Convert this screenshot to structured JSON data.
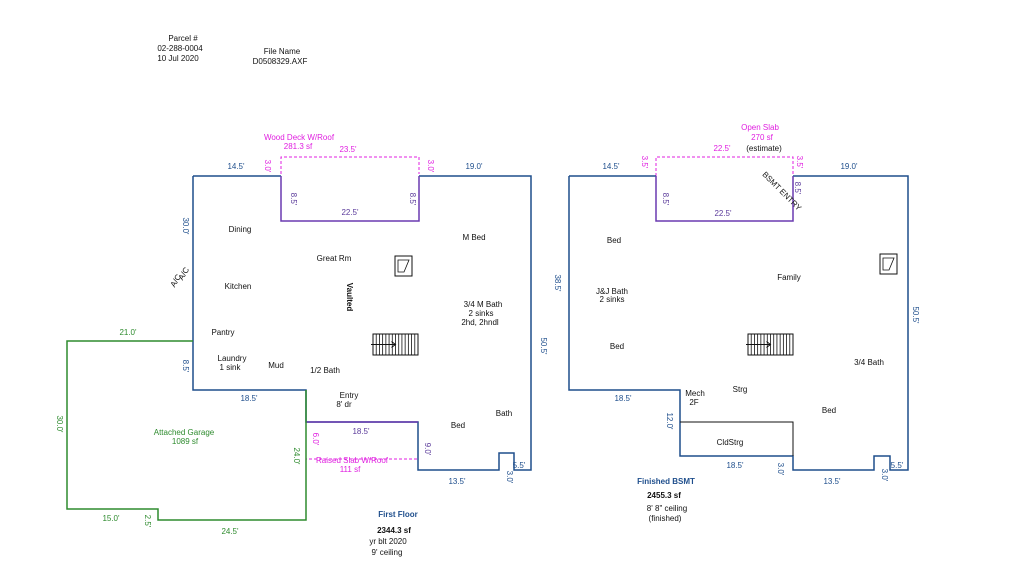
{
  "header": {
    "parcel_label": "Parcel #",
    "parcel_number": "02-288-0004",
    "date": "10 Jul 2020",
    "file_label": "File Name",
    "file_name": "D0508329.AXF"
  },
  "first_floor": {
    "title": "First Floor",
    "area": "2344.3 sf",
    "year": "yr blt 2020",
    "ceiling": "9' ceiling",
    "rooms": {
      "dining": "Dining",
      "kitchen": "Kitchen",
      "pantry": "Pantry",
      "laundry": "Laundry",
      "laundry_sub": "1 sink",
      "mud": "Mud",
      "half_bath": "1/2 Bath",
      "great_rm": "Great Rm",
      "vaulted": "Vaulted",
      "mbed": "M Bed",
      "mbath": "3/4 M Bath",
      "mbath_sub1": "2 sinks",
      "mbath_sub2": "2hd, 2hndl",
      "entry": "Entry",
      "entry_sub": "8' dr",
      "bed": "Bed",
      "bath": "Bath",
      "ac1": "A/C",
      "ac2": "A/C"
    },
    "dims": {
      "top_left": "14.5'",
      "top_right": "19.0'",
      "left_top": "30.0'",
      "left_bot": "8.5'",
      "notch_left": "8.5'",
      "notch_right": "8.5'",
      "notch_bottom": "22.5'",
      "right": "50.5'",
      "bottom_step": "18.5'",
      "bottom": "13.5'",
      "bottom_r": "5.5'",
      "bottom_v": "3.0'"
    },
    "deck": {
      "label": "Wood Deck W/Roof",
      "area": "281.3 sf",
      "top": "23.5'",
      "left": "3.0'",
      "right": "3.0'"
    },
    "slab": {
      "label": "Raised Slab W/Roof",
      "area": "111 sf",
      "top": "18.5'",
      "left": "6.0'",
      "right": "9.0'"
    }
  },
  "garage": {
    "label": "Attached Garage",
    "area": "1089 sf",
    "top": "21.0'",
    "left": "30.0'",
    "right": "24.0'",
    "bottom_left": "15.0'",
    "bottom_right": "24.5'",
    "step": "2.5'"
  },
  "basement": {
    "title": "Finished BSMT",
    "area": "2455.3 sf",
    "ceiling1": "8' 8\" ceiling",
    "ceiling2": "(finished)",
    "rooms": {
      "bed1": "Bed",
      "jj_bath": "J&J Bath",
      "jj_sub": "2 sinks",
      "bed2": "Bed",
      "family": "Family",
      "bath34": "3/4 Bath",
      "mech": "Mech",
      "mech_sub": "2F",
      "strg": "Strg",
      "bed3": "Bed",
      "cldstrg": "CldStrg",
      "entry": "BSMT ENTRY"
    },
    "dims": {
      "top_left": "14.5'",
      "top_right": "19.0'",
      "left": "38.5'",
      "right": "50.5'",
      "notch_left": "3.5'",
      "notch_right": "3.5'",
      "notch_v": "8.5'",
      "notch_bottom": "22.5'",
      "mid_left": "18.5'",
      "mech_v": "12.0'",
      "mid_bottom": "18.5'",
      "bot_v1": "3.0'",
      "bottom": "13.5'",
      "bot_v2": "3.0'",
      "bottom_r": "5.5'",
      "slab_top": "22.5'"
    },
    "slab": {
      "label": "Open Slab",
      "area": "270 sf",
      "note": "(estimate)"
    }
  },
  "colors": {
    "house": "#1e4e8c",
    "garage": "#2e8b2e",
    "deck": "#e020e0",
    "notch": "#6a3ab0",
    "stairs": "#111111"
  }
}
